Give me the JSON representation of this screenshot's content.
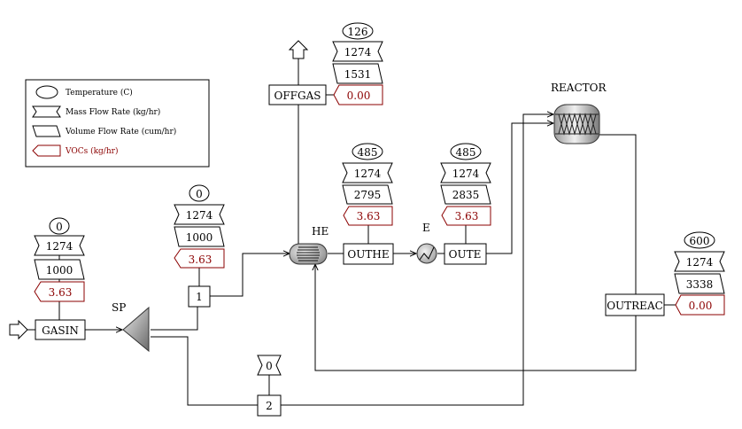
{
  "legend": {
    "temperature": "Temperature (C)",
    "mass_flow": "Mass Flow Rate (kg/hr)",
    "volume_flow": "Volume Flow Rate (cum/hr)",
    "vocs": "VOCs (kg/hr)"
  },
  "blocks": {
    "sp": "SP",
    "he": "HE",
    "e": "E",
    "reactor": "REACTOR"
  },
  "streams": {
    "gasin": {
      "label": "GASIN",
      "temperature": "0",
      "mass_flow": "1274",
      "volume_flow": "1000",
      "vocs": "3.63"
    },
    "s1": {
      "label": "1",
      "temperature": "0",
      "mass_flow": "1274",
      "volume_flow": "1000",
      "vocs": "3.63"
    },
    "offgas": {
      "label": "OFFGAS",
      "temperature": "126",
      "mass_flow": "1274",
      "volume_flow": "1531",
      "vocs": "0.00"
    },
    "outhe": {
      "label": "OUTHE",
      "temperature": "485",
      "mass_flow": "1274",
      "volume_flow": "2795",
      "vocs": "3.63"
    },
    "oute": {
      "label": "OUTE",
      "temperature": "485",
      "mass_flow": "1274",
      "volume_flow": "2835",
      "vocs": "3.63"
    },
    "outreac": {
      "label": "OUTREAC",
      "temperature": "600",
      "mass_flow": "1274",
      "volume_flow": "3338",
      "vocs": "0.00"
    },
    "s2": {
      "label": "2",
      "mass_flow": "0"
    }
  },
  "colors": {
    "voc": "#8b0000",
    "line": "#000000"
  }
}
